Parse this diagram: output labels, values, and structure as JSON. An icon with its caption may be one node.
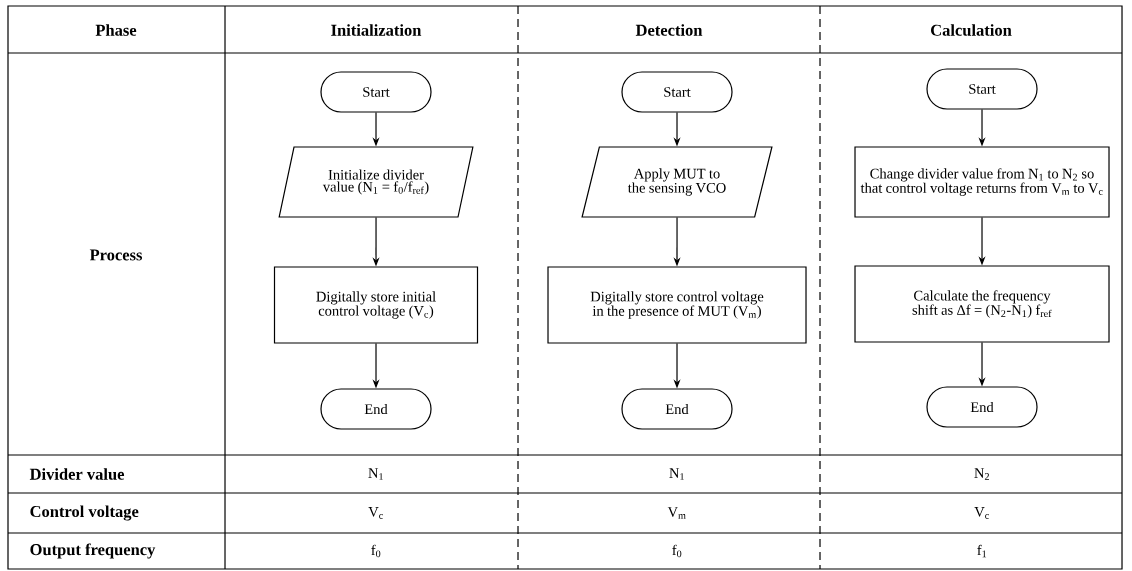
{
  "diagram": {
    "nodes": [
      {
        "text": [
          "Start"
        ]
      },
      {
        "text": [
          "Initialize divider value (N$_{1}$ = f$_{0}$/f$_{ref}$)"
        ]
      },
      {
        "text": [
          "Digitally store initial control voltage (V$_{c}$)"
        ]
      },
      {
        "text": [
          "End"
        ]
      },
      {
        "text": [
          "Start"
        ]
      },
      {
        "text": [
          "Apply MUT to the sensing VCO"
        ]
      },
      {
        "text": [
          "Digitally store control voltage in the presence of MUT (V$_{m}$)"
        ]
      },
      {
        "text": [
          "End"
        ]
      },
      {
        "text": [
          "Start"
        ]
      },
      {
        "text": [
          "Change divider value from N$_{1}$ to N$_{2}$ so that control voltage returns from V$_{m}$ to V$_{c}$"
        ]
      },
      {
        "text": [
          "Calculate the frequency shift as Δf = (N$_{2}$-N$_{1}$) f$_{ref}$"
        ]
      },
      {
        "text": [
          "End"
        ]
      }
    ],
    "edges": [
      {
        "from": 0,
        "to": 1,
        "arrow": "to"
      },
      {
        "from": 1,
        "to": 2,
        "arrow": "to"
      },
      {
        "from": 2,
        "to": 3,
        "arrow": "to"
      },
      {
        "from": 4,
        "to": 5,
        "arrow": "to"
      },
      {
        "from": 5,
        "to": 6,
        "arrow": "to"
      },
      {
        "from": 6,
        "to": 7,
        "arrow": "to"
      },
      {
        "from": 8,
        "to": 9,
        "arrow": "to"
      },
      {
        "from": 9,
        "to": 10,
        "arrow": "to"
      },
      {
        "from": 10,
        "to": 11,
        "arrow": "to"
      }
    ],
    "labels": [
      "Phase",
      "Initialization",
      "Detection",
      "Calculation",
      "Process",
      "Divider value",
      "N$_{1}$",
      "N$_{1}$",
      "N$_{2}$",
      "Control voltage",
      "V$_{c}$",
      "V$_{m}$",
      "V$_{c}$",
      "Output frequency",
      "f$_{0}$",
      "f$_{0}$",
      "f$_{1}$"
    ]
  }
}
